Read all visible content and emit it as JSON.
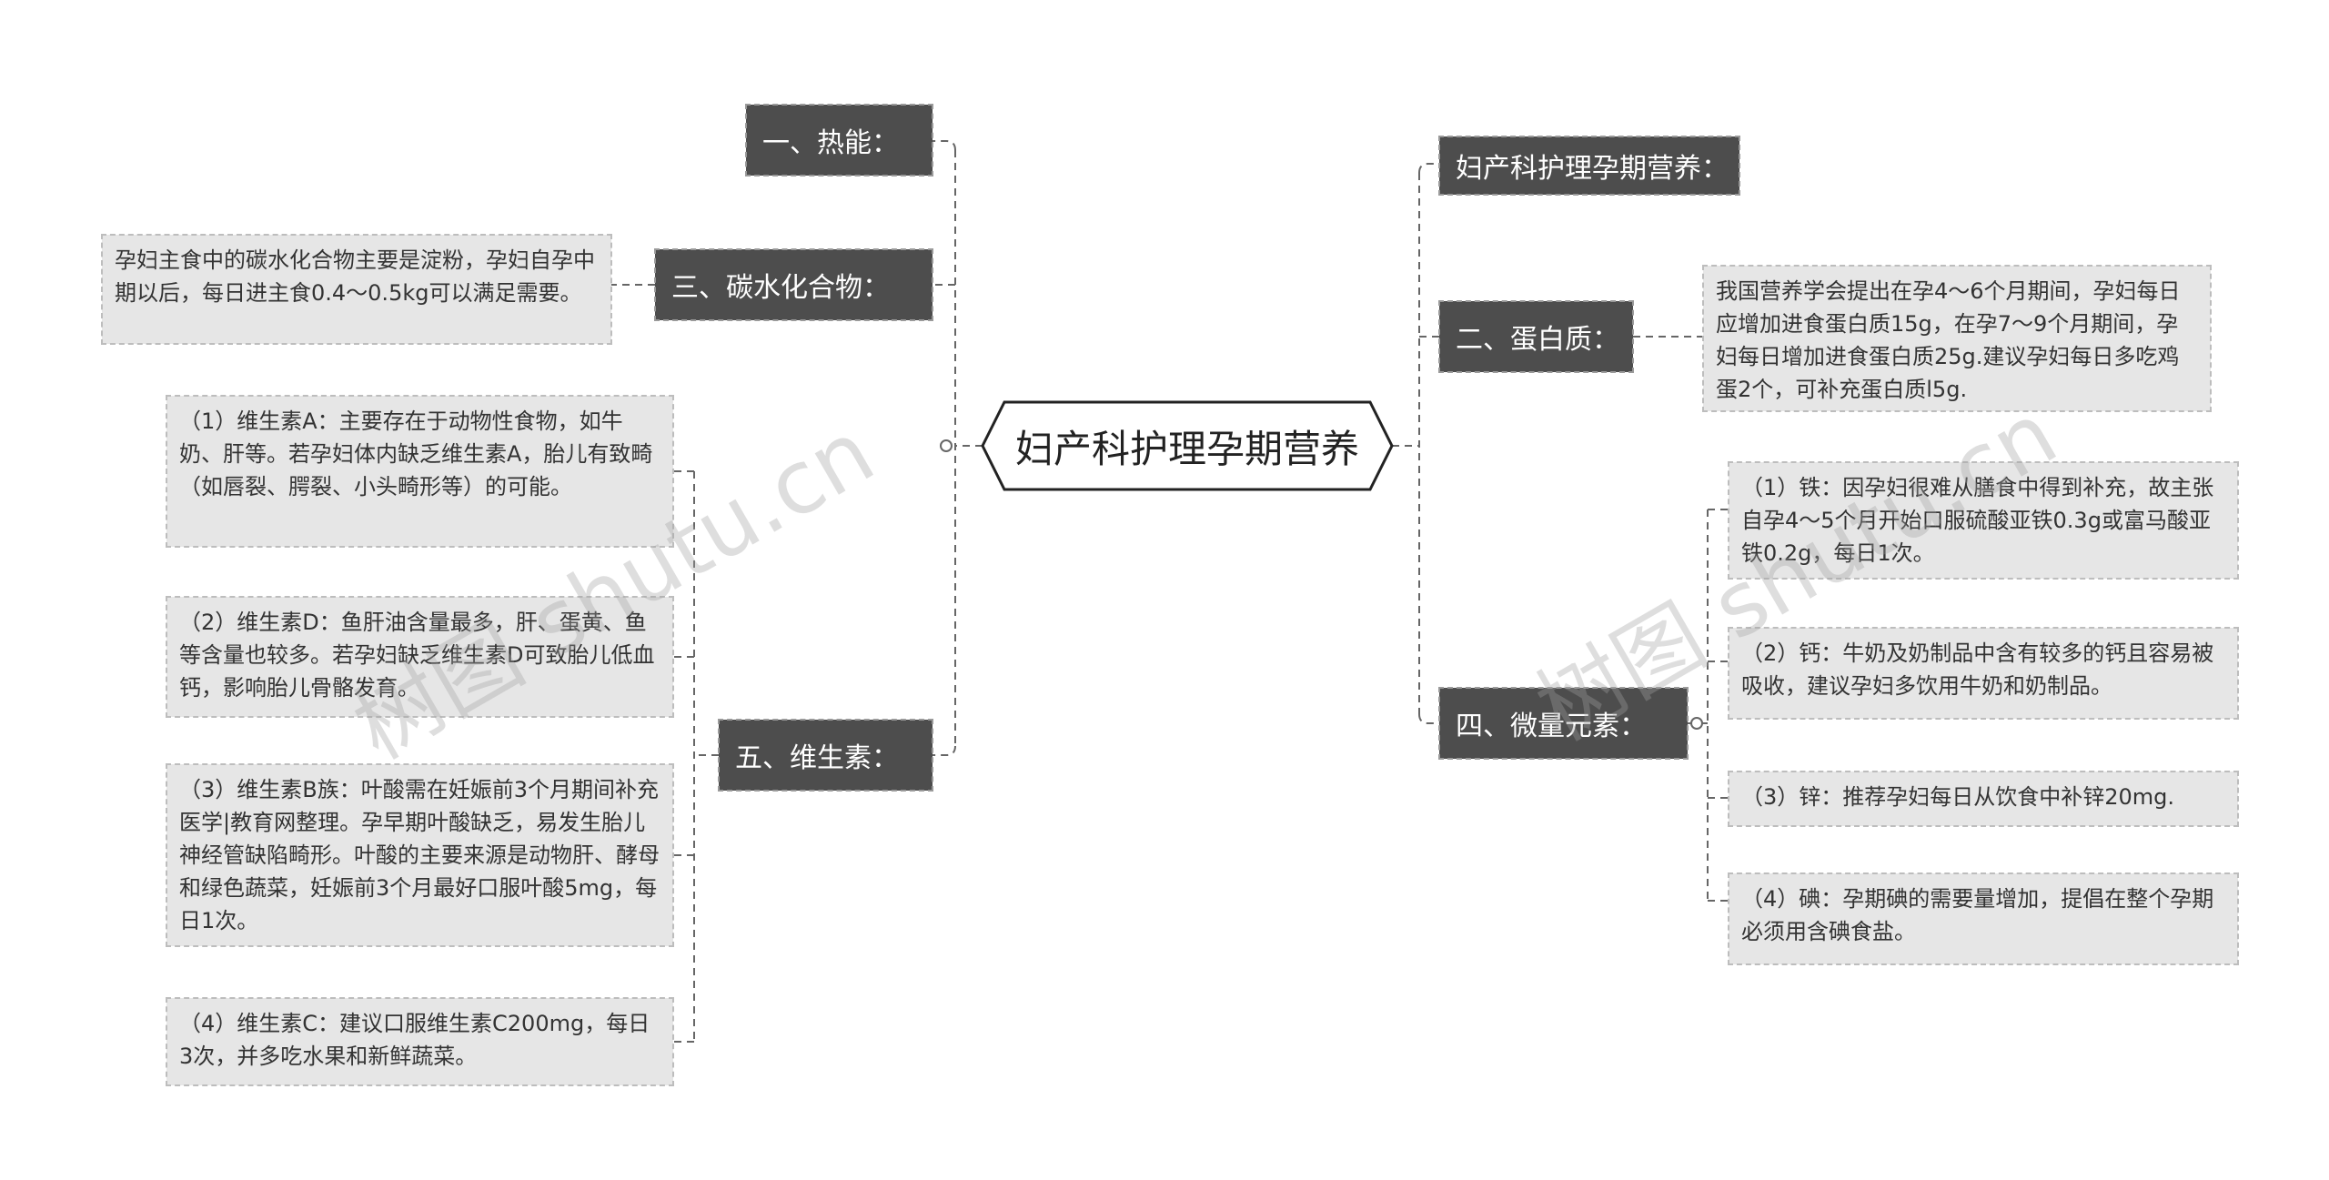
{
  "root": {
    "title": "妇产科护理孕期营养"
  },
  "right": {
    "intro": "妇产科护理孕期营养：",
    "protein": {
      "label": "二、蛋白质：",
      "text": "我国营养学会提出在孕4～6个月期间，孕妇每日应增加进食蛋白质15g，在孕7～9个月期间，孕妇每日增加进食蛋白质25g.建议孕妇每日多吃鸡蛋2个，可补充蛋白质l5g."
    },
    "trace": {
      "label": "四、微量元素：",
      "items": [
        "（1）铁：因孕妇很难从膳食中得到补充，故主张自孕4～5个月开始口服硫酸亚铁0.3g或富马酸亚铁0.2g，每日1次。",
        "（2）钙：牛奶及奶制品中含有较多的钙且容易被吸收，建议孕妇多饮用牛奶和奶制品。",
        "（3）锌：推荐孕妇每日从饮食中补锌20mg.",
        "（4）碘：孕期碘的需要量增加，提倡在整个孕期必须用含碘食盐。"
      ]
    }
  },
  "left": {
    "energy": {
      "label": "一、热能："
    },
    "carb": {
      "label": "三、碳水化合物：",
      "text": "孕妇主食中的碳水化合物主要是淀粉，孕妇自孕中期以后，每日进主食0.4～0.5kg可以满足需要。"
    },
    "vitamin": {
      "label": "五、维生素：",
      "items": [
        "（1）维生素A：主要存在于动物性食物，如牛奶、肝等。若孕妇体内缺乏维生素A，胎儿有致畸（如唇裂、腭裂、小头畸形等）的可能。",
        "（2）维生素D：鱼肝油含量最多，肝、蛋黄、鱼等含量也较多。若孕妇缺乏维生素D可致胎儿低血钙，影响胎儿骨骼发育。",
        "（3）维生素B族：叶酸需在妊娠前3个月期间补充医学|教育网整理。孕早期叶酸缺乏，易发生胎儿神经管缺陷畸形。叶酸的主要来源是动物肝、酵母和绿色蔬菜，妊娠前3个月最好口服叶酸5mg，每日1次。",
        "（4）维生素C：建议口服维生素C200mg，每日3次，并多吃水果和新鲜蔬菜。"
      ]
    }
  },
  "watermarks": [
    "树图 shutu.cn",
    "树图 shutu.cn"
  ]
}
